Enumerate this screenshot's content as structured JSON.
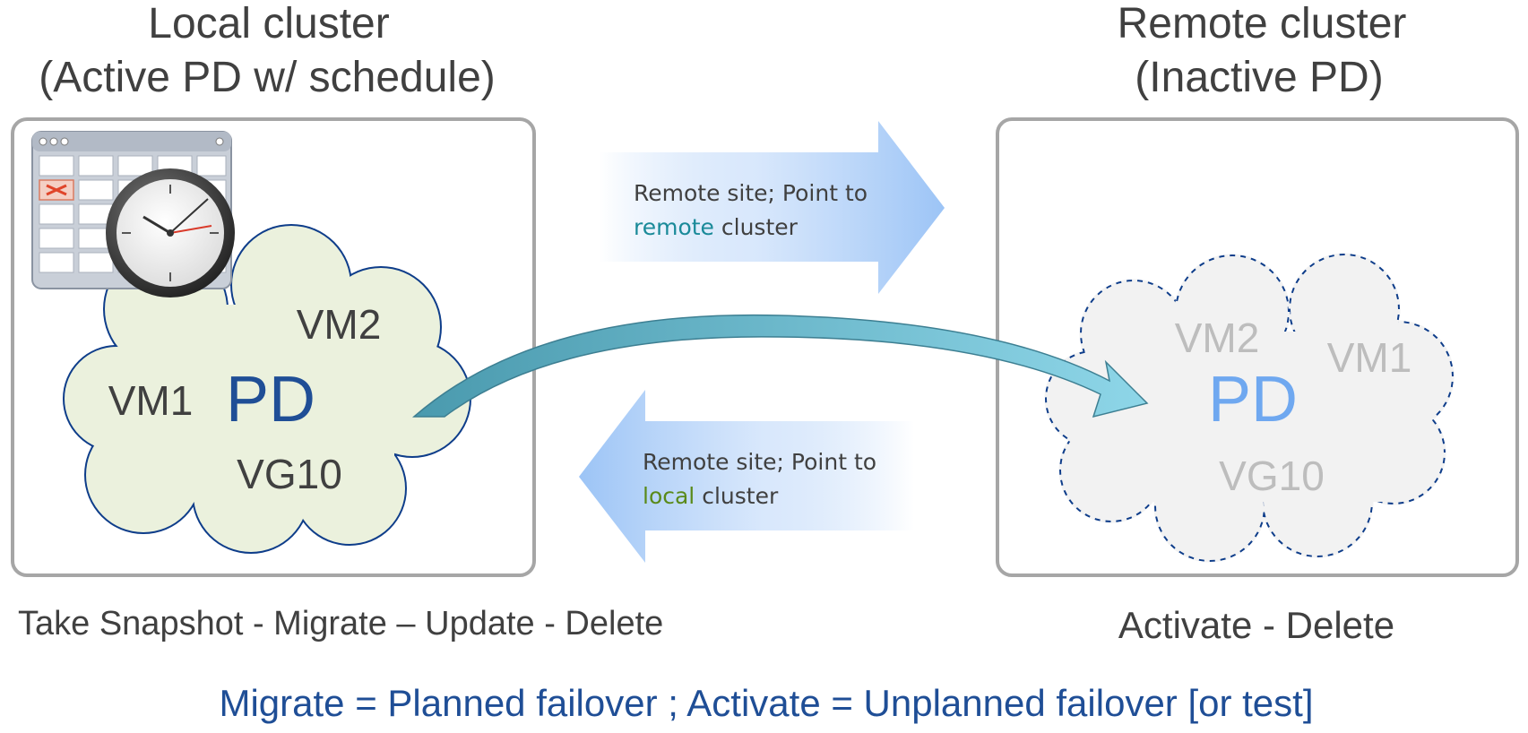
{
  "local": {
    "title_line1": "Local cluster",
    "title_line2": "(Active PD w/ schedule)",
    "vm1": "VM1",
    "vm2": "VM2",
    "vg": "VG10",
    "pd": "PD",
    "actions": "Take Snapshot - Migrate – Update - Delete",
    "icon": "calendar-clock-icon"
  },
  "remote": {
    "title_line1": "Remote cluster",
    "title_line2": "(Inactive PD)",
    "vm1": "VM1",
    "vm2": "VM2",
    "vg": "VG10",
    "pd": "PD",
    "actions": "Activate - Delete"
  },
  "arrow_to_remote": {
    "line1": "Remote site; Point to",
    "line2_colored": "remote",
    "line2_rest": " cluster"
  },
  "arrow_to_local": {
    "line1": "Remote site; Point to",
    "line2_colored": "local",
    "line2_rest": " cluster"
  },
  "footer": "Migrate = Planned failover ; Activate = Unplanned failover [or test]",
  "colors": {
    "pd_active": "#1f4e96",
    "pd_inactive": "#6fa8f0",
    "cloud_active_fill": "#ebf1dd",
    "cloud_inactive_fill": "#f2f2f2",
    "arrow_fill": "#a9cbf7",
    "curved_arrow": "#5fb3c4",
    "remote_word": "#1a8a99",
    "local_word": "#5a8a1a",
    "footer_text": "#1f4e96"
  }
}
